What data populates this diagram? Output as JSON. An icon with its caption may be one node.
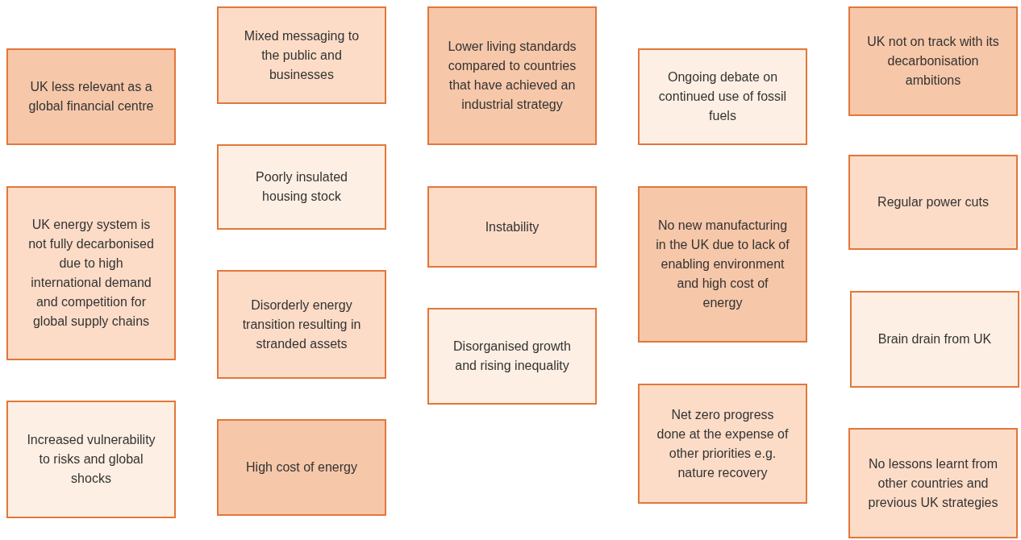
{
  "diagram": {
    "nodes": [
      {
        "text": [
          "UK less relevant as a global financial centre"
        ]
      },
      {
        "text": [
          "UK energy system is not fully decarbonised due to high international demand and competition for global supply chains"
        ]
      },
      {
        "text": [
          "Increased vulnerability to risks and global shocks"
        ]
      },
      {
        "text": [
          "Mixed messaging to the public and businesses"
        ]
      },
      {
        "text": [
          "Poorly insulated housing stock"
        ]
      },
      {
        "text": [
          "Disorderly energy transition resulting in stranded assets"
        ]
      },
      {
        "text": [
          "High cost of energy"
        ]
      },
      {
        "text": [
          "Lower living standards compared to countries that have achieved an industrial strategy"
        ]
      },
      {
        "text": [
          "Instability"
        ]
      },
      {
        "text": [
          "Disorganised growth and rising inequality"
        ]
      },
      {
        "text": [
          "Ongoing debate on continued use of fossil fuels"
        ]
      },
      {
        "text": [
          "No new manufacturing in the UK due to lack of enabling environment and high cost of energy"
        ]
      },
      {
        "text": [
          "Net zero progress done at the expense of other priorities e.g. nature recovery"
        ]
      },
      {
        "text": [
          "UK not on track with its decarbonisation ambitions"
        ]
      },
      {
        "text": [
          "Regular power cuts"
        ]
      },
      {
        "text": [
          "Brain drain from UK"
        ]
      },
      {
        "text": [
          "No lessons learnt from other countries and previous UK strategies"
        ]
      }
    ]
  }
}
